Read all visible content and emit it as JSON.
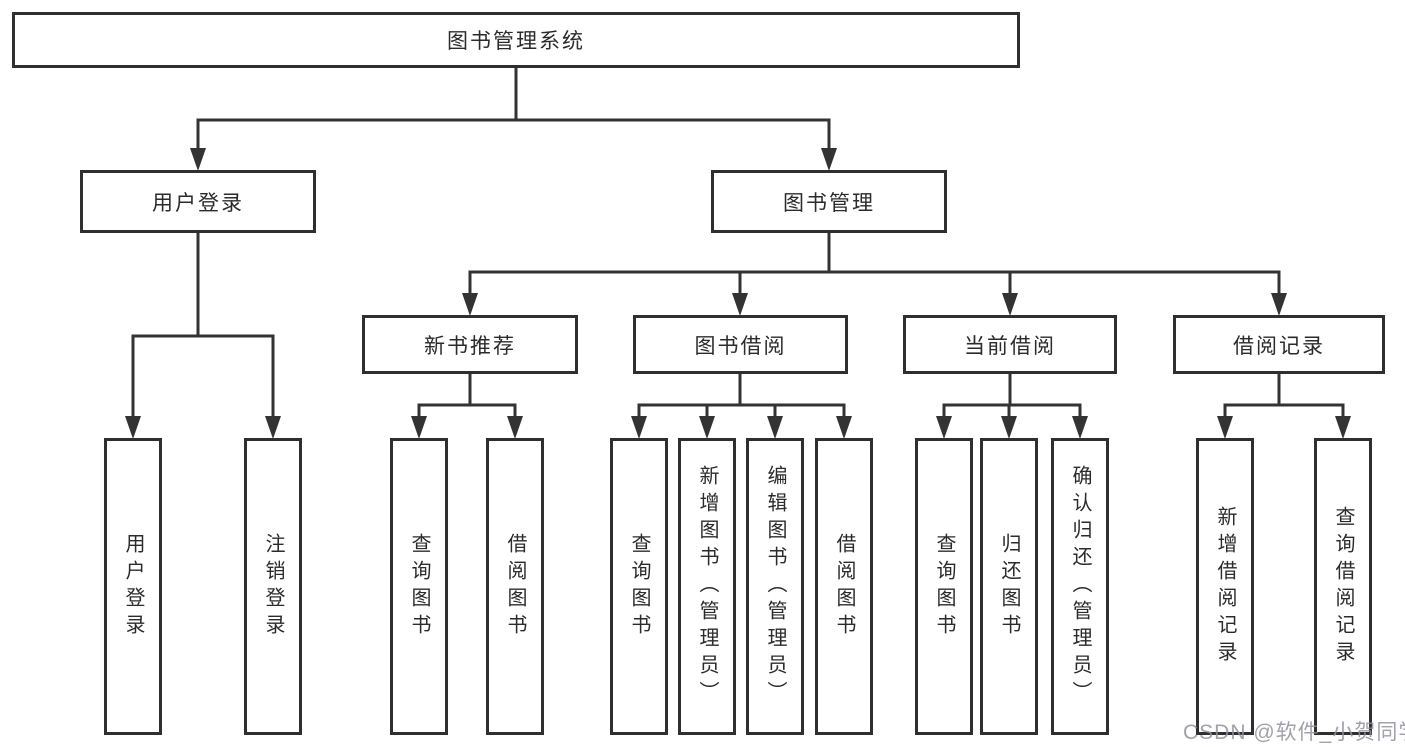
{
  "diagram": {
    "root": {
      "label": "图书管理系统"
    },
    "level2": [
      {
        "label": "用户登录"
      },
      {
        "label": "图书管理"
      }
    ],
    "level3": [
      {
        "label": "新书推荐",
        "parent": "图书管理"
      },
      {
        "label": "图书借阅",
        "parent": "图书管理"
      },
      {
        "label": "当前借阅",
        "parent": "图书管理"
      },
      {
        "label": "借阅记录",
        "parent": "图书管理"
      }
    ],
    "leaves": [
      {
        "label": "用户登录",
        "parent": "用户登录"
      },
      {
        "label": "注销登录",
        "parent": "用户登录"
      },
      {
        "label": "查询图书",
        "parent": "新书推荐"
      },
      {
        "label": "借阅图书",
        "parent": "新书推荐"
      },
      {
        "label": "查询图书",
        "parent": "图书借阅"
      },
      {
        "label": "新增图书（管理员）",
        "parent": "图书借阅"
      },
      {
        "label": "编辑图书（管理员）",
        "parent": "图书借阅"
      },
      {
        "label": "借阅图书",
        "parent": "图书借阅"
      },
      {
        "label": "查询图书",
        "parent": "当前借阅"
      },
      {
        "label": "归还图书",
        "parent": "当前借阅"
      },
      {
        "label": "确认归还（管理员）",
        "parent": "当前借阅"
      },
      {
        "label": "新增借阅记录",
        "parent": "借阅记录"
      },
      {
        "label": "查询借阅记录",
        "parent": "借阅记录"
      }
    ]
  },
  "watermark": {
    "text": "CSDN @软件_小贺同学"
  },
  "colors": {
    "line": "#333333",
    "box_border": "#2f2f2f",
    "text": "#2b2b2b",
    "background": "#ffffff",
    "watermark": "#91919e"
  }
}
